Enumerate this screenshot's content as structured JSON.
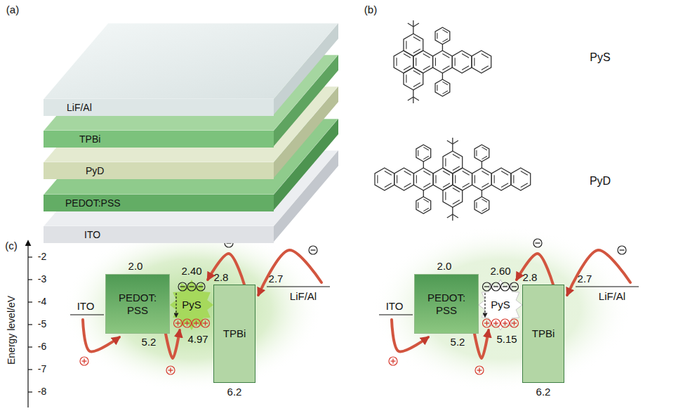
{
  "diagram": {
    "nodes": [
      {
        "text": [
          "LiF/Al"
        ]
      },
      {
        "text": [
          "TPBi"
        ]
      },
      {
        "text": [
          "PyD"
        ]
      },
      {
        "text": [
          "PEDOT:PSS"
        ]
      },
      {
        "text": [
          "ITO"
        ]
      },
      {
        "text": [
          "PEDOT: PSS"
        ]
      },
      {
        "text": [
          "PyS"
        ]
      },
      {
        "text": [
          "TPBi"
        ]
      },
      {
        "text": [
          "PEDOT: PSS"
        ]
      },
      {
        "text": [
          "PyS"
        ]
      },
      {
        "text": [
          "TPBi"
        ]
      }
    ],
    "edges": [
      {
        "from": 5,
        "to": 6,
        "arrow": "to"
      },
      {
        "from": 7,
        "to": 6,
        "arrow": "to"
      },
      {
        "from": 8,
        "to": 9,
        "arrow": "to"
      },
      {
        "from": 10,
        "to": 9,
        "arrow": "to"
      }
    ],
    "labels": [
      "(a)",
      "(b)",
      "(c)",
      "PyS",
      "PyD",
      "Energy level/eV",
      "-2",
      "-3",
      "-4",
      "-5",
      "-6",
      "-7",
      "-8",
      "2.0",
      "2.40",
      "2.8",
      "2.7",
      "LiF/Al",
      "ITO",
      "5.2",
      "4.97",
      "6.2",
      "2.0",
      "2.60",
      "2.8",
      "2.7",
      "LiF/Al",
      "ITO",
      "5.2",
      "5.15",
      "6.2"
    ]
  }
}
